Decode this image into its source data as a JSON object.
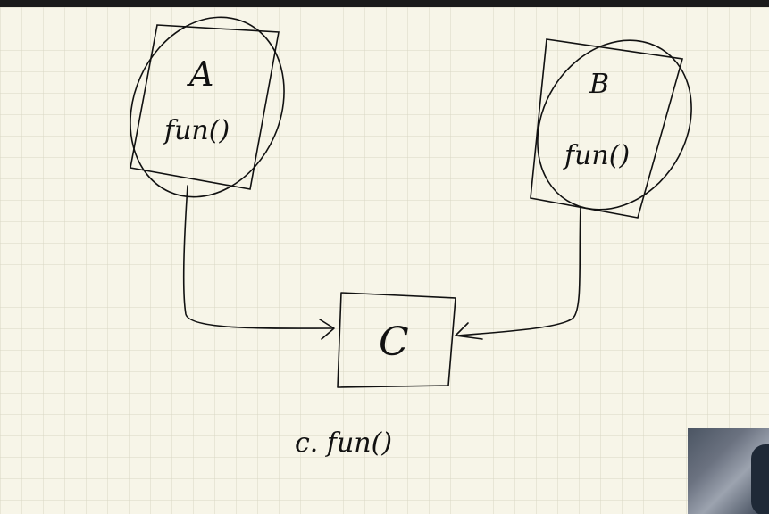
{
  "diagram": {
    "node_a": {
      "name": "A",
      "method": "fun()"
    },
    "node_b": {
      "name": "B",
      "method": "fun()"
    },
    "node_c": {
      "name": "C"
    },
    "caption": "c. fun()"
  },
  "colors": {
    "paper": "#f7f5e8",
    "grid": "#d9d6c4",
    "ink": "#111111"
  }
}
